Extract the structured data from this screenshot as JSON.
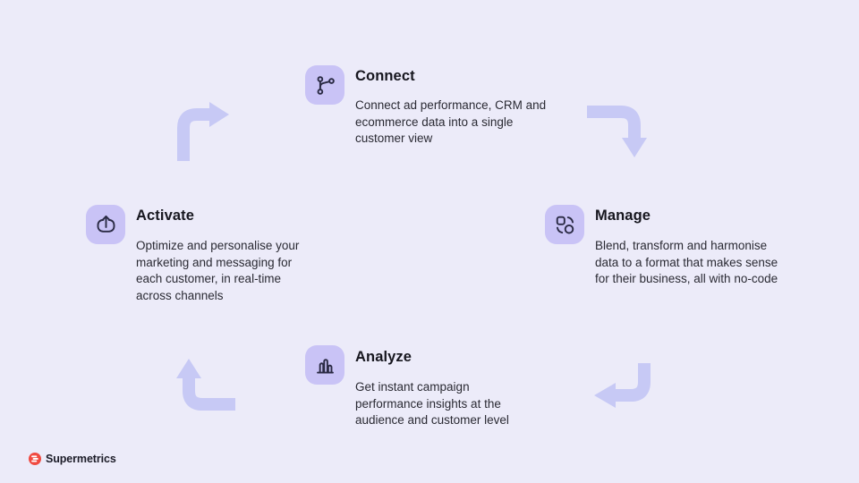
{
  "slide": {
    "background": "#ECEBF9",
    "colors": {
      "tile_bg": "#C9C3F6",
      "arrow": "#C7C9F5",
      "icon_stroke": "#2A2A44",
      "title_text": "#17171F",
      "body_text": "#2A2A33",
      "logo_red": "#F04A41"
    }
  },
  "steps": [
    {
      "id": "connect",
      "title": "Connect",
      "description": "Connect ad performance, CRM and\necommerce data into a single\ncustomer view",
      "icon": "branch-connections-icon"
    },
    {
      "id": "manage",
      "title": "Manage",
      "description": "Blend, transform and harmonise\ndata to a format that makes sense\nfor their business, all with no-code",
      "icon": "transform-shapes-icon"
    },
    {
      "id": "analyze",
      "title": "Analyze",
      "description": "Get instant campaign\nperformance insights at the\naudience and customer level",
      "icon": "bar-chart-icon"
    },
    {
      "id": "activate",
      "title": "Activate",
      "description": "Optimize and personalise your\nmarketing and messaging for\neach customer, in real-time\nacross channels",
      "icon": "cloud-upload-icon"
    }
  ],
  "arrows": [
    {
      "id": "activate-to-connect",
      "direction": "up-then-right"
    },
    {
      "id": "connect-to-manage",
      "direction": "right-then-down"
    },
    {
      "id": "manage-to-analyze",
      "direction": "down-then-left"
    },
    {
      "id": "analyze-to-activate",
      "direction": "left-then-up"
    }
  ],
  "footer": {
    "brand": "Supermetrics"
  }
}
